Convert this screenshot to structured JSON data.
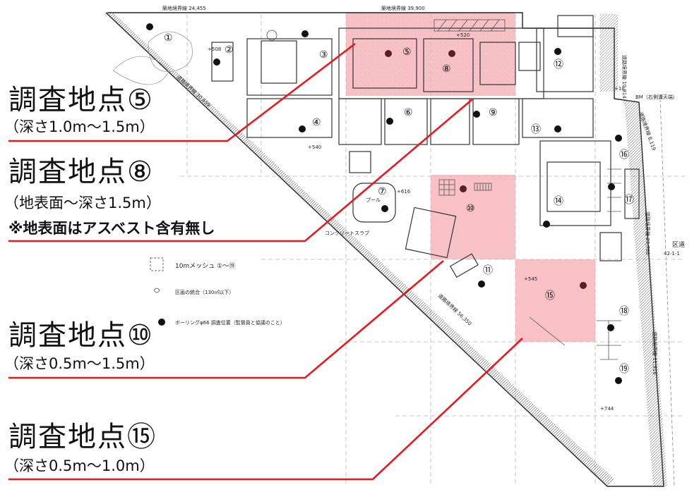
{
  "callouts": [
    {
      "title": "調査地点⑤",
      "depth": "（深さ1.0m～1.5m）"
    },
    {
      "title": "調査地点⑧",
      "depth": "（地表面～深さ1.5m）",
      "note": "※地表面はアスベスト含有無し"
    },
    {
      "title": "調査地点⑩",
      "depth": "（深さ0.5m～1.5m）"
    },
    {
      "title": "調査地点⑮",
      "depth": "（深さ0.5m～1.0m）"
    }
  ],
  "mesh_labels": [
    "①",
    "②",
    "③",
    "④",
    "⑤",
    "⑥",
    "⑦",
    "⑧",
    "⑨",
    "⑩",
    "⑪",
    "⑫",
    "⑬",
    "⑭",
    "⑮",
    "⑯",
    "⑰",
    "⑱",
    "⑲"
  ],
  "legend": {
    "mesh": "10mメッシュ ①～⑲",
    "merge": "区画の統合（130㎡以下）",
    "boring": "ボーリングφ66 調査位置（監督員と協議のこと）"
  },
  "boundaries": [
    "築地境界線 24,455",
    "築地境界線 39,900",
    "道路境界線 30,659",
    "道路境界線 56,350",
    "道路境界線 10,914",
    "道路境界線 8,119",
    "道路境界線 23,700",
    "道路境界線 11,916"
  ],
  "plan_text": {
    "pool": "プール",
    "slab": "コンクリートスラブ",
    "district": "区道",
    "district_no": "42-1-1",
    "bm": "BM（右側溝天端）"
  },
  "elevations": [
    "+508",
    "+520",
    "+540",
    "+616",
    "+545",
    "+744",
    "+10"
  ],
  "colors": {
    "sampled_area": "#f4a9ae",
    "callout_line": "#e8191e",
    "boring_dot": "#111111"
  }
}
